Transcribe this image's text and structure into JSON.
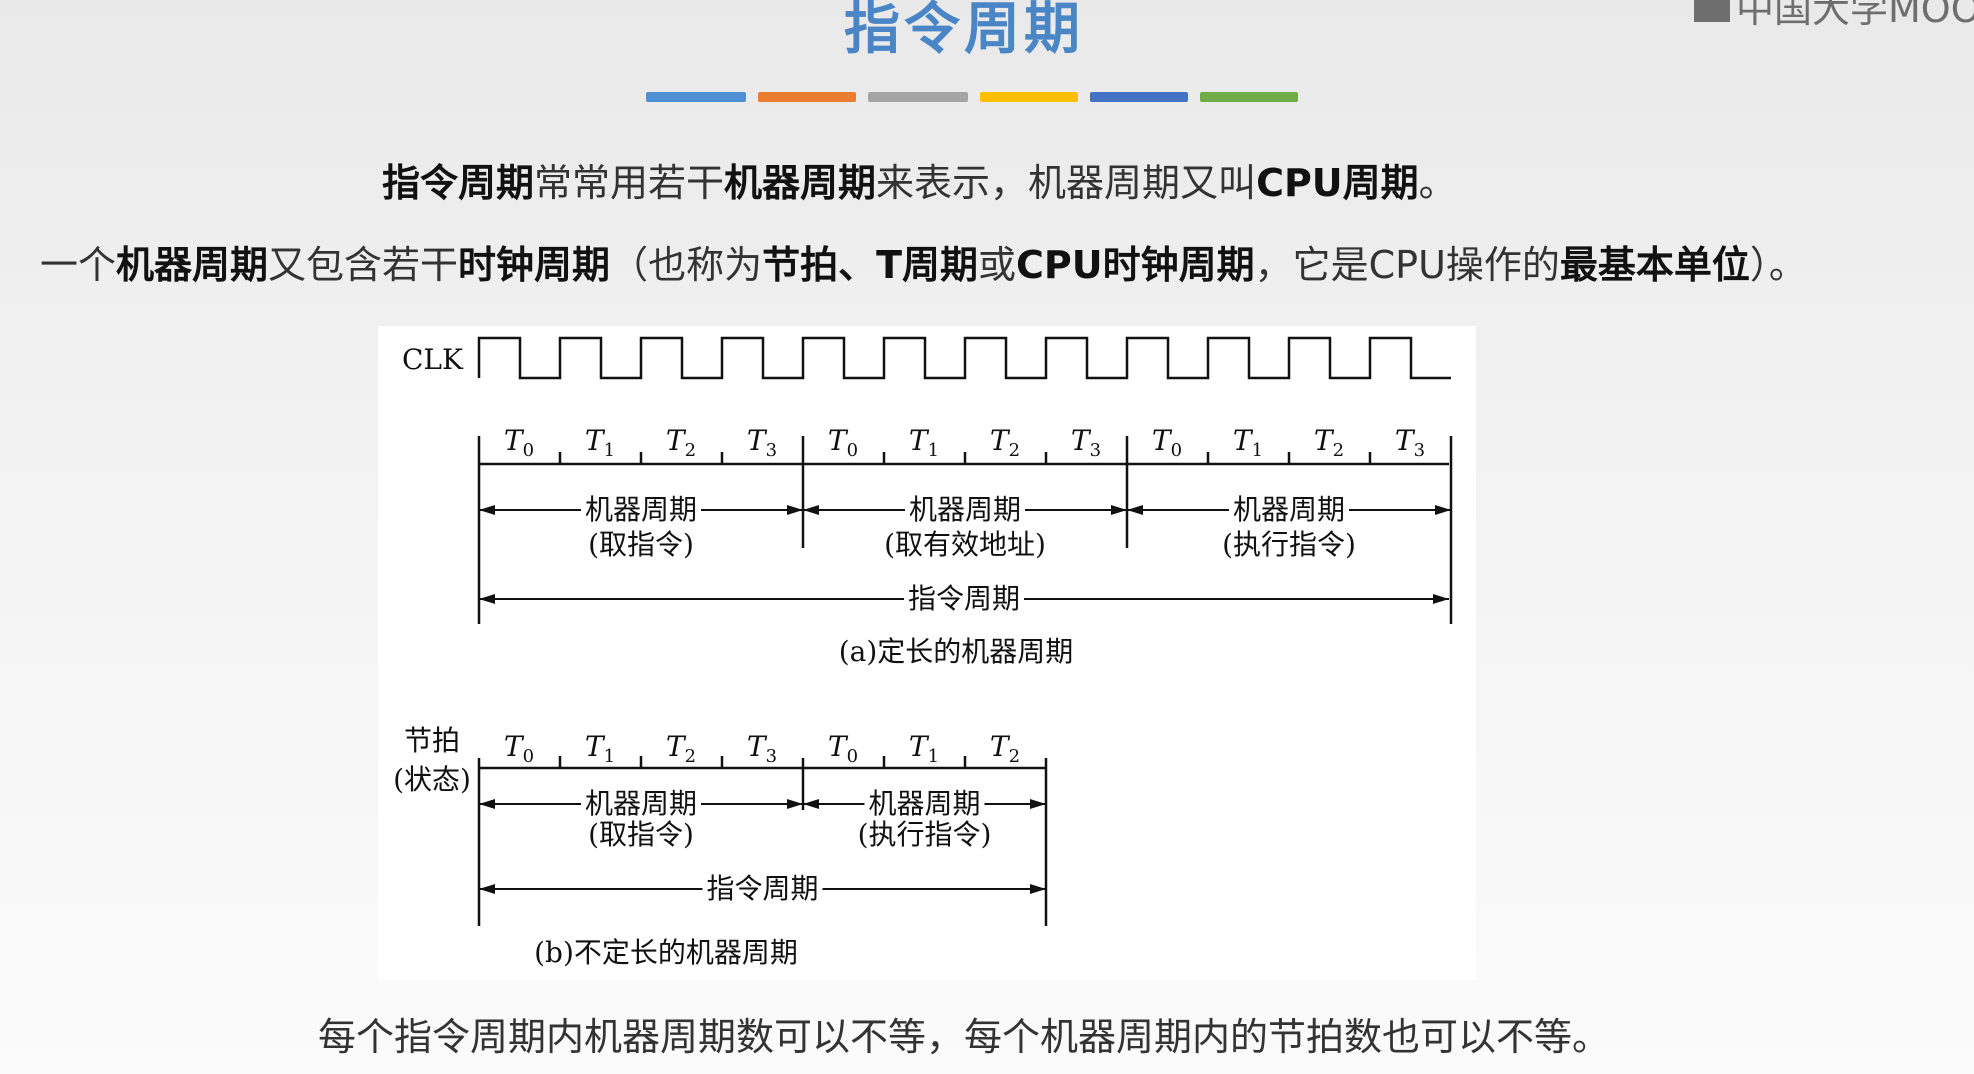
{
  "title": "指令周期",
  "logo": "中国大学MOOC",
  "stripe_colors": [
    "#4f8fd3",
    "#ec7c30",
    "#a5a5a5",
    "#ffbf00",
    "#4472c4",
    "#70ad47"
  ],
  "line1": {
    "p1": "指令周期",
    "p2": "常常用若干",
    "p3": "机器周期",
    "p4": "来表示，机器周期又叫",
    "p5": "CPU周期",
    "p6": "。"
  },
  "line2": {
    "p1": "一个",
    "p2": "机器周期",
    "p3": "又包含若干",
    "p4": "时钟周期",
    "p5": "（也称为",
    "p6": "节拍、T周期",
    "p7": "或",
    "p8": "CPU时钟周期",
    "p9": "，它是CPU操作的",
    "p10": "最基本单位",
    "p11": "）。"
  },
  "diagram": {
    "clk_label": "CLK",
    "fig_a": {
      "ticks": [
        "T0",
        "T1",
        "T2",
        "T3",
        "T0",
        "T1",
        "T2",
        "T3",
        "T0",
        "T1",
        "T2",
        "T3"
      ],
      "machine_cycles": [
        {
          "name": "机器周期",
          "desc": "(取指令)"
        },
        {
          "name": "机器周期",
          "desc": "(取有效地址)"
        },
        {
          "name": "机器周期",
          "desc": "(执行指令)"
        }
      ],
      "instruction_cycle": "指令周期",
      "caption": "(a)定长的机器周期"
    },
    "fig_b": {
      "row_label_1": "节拍",
      "row_label_2": "(状态)",
      "ticks": [
        "T0",
        "T1",
        "T2",
        "T3",
        "T0",
        "T1",
        "T2"
      ],
      "machine_cycles": [
        {
          "name": "机器周期",
          "desc": "(取指令)"
        },
        {
          "name": "机器周期",
          "desc": "(执行指令)"
        }
      ],
      "instruction_cycle": "指令周期",
      "caption": "(b)不定长的机器周期"
    }
  },
  "footer": "每个指令周期内机器周期数可以不等，每个机器周期内的节拍数也可以不等。"
}
